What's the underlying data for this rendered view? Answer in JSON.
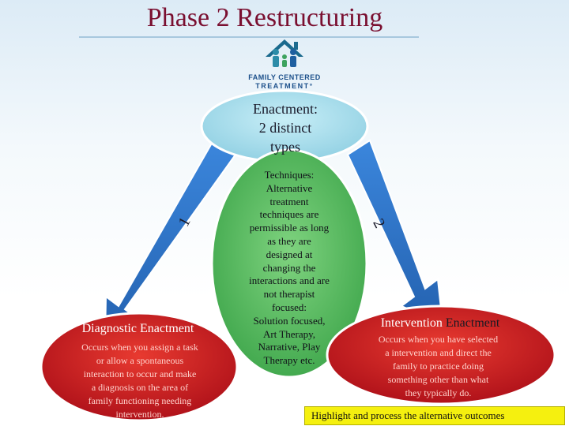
{
  "title": "Phase 2 Restructuring",
  "logo": {
    "name": "FAMILY CENTERED",
    "subname": "TREATMENT",
    "icon": "family-house-icon"
  },
  "top_node": {
    "lines": [
      "Enactment:",
      "2 distinct",
      "types"
    ],
    "color": "#a8dcea"
  },
  "center_node": {
    "lines": [
      "Techniques:",
      "Alternative",
      "treatment",
      "techniques are",
      "permissible as long",
      "as they are",
      "designed at",
      "changing the",
      "interactions and are",
      "not therapist",
      "focused:",
      "Solution focused,",
      "Art Therapy,",
      "Narrative, Play",
      "Therapy  etc."
    ],
    "color": "#5fc06a"
  },
  "arrows": {
    "left_label": "1",
    "right_label": "2",
    "color": "#2f74c8"
  },
  "left_node": {
    "title": "Diagnostic Enactment",
    "lines": [
      "Occurs when you assign a task",
      "or allow a spontaneous",
      "interaction to occur and make",
      "a diagnosis on the area of",
      "family functioning needing",
      "intervention."
    ],
    "color": "#d21f1f"
  },
  "right_node": {
    "title_part1": "Intervention",
    "title_part2": "Enactment",
    "lines": [
      "Occurs when you have selected",
      "a intervention and direct the",
      "family to practice doing",
      "something other than what",
      "they typically do."
    ],
    "color": "#d21f1f"
  },
  "callout": {
    "text": "Highlight and process the alternative outcomes",
    "color": "#f5f00f"
  }
}
